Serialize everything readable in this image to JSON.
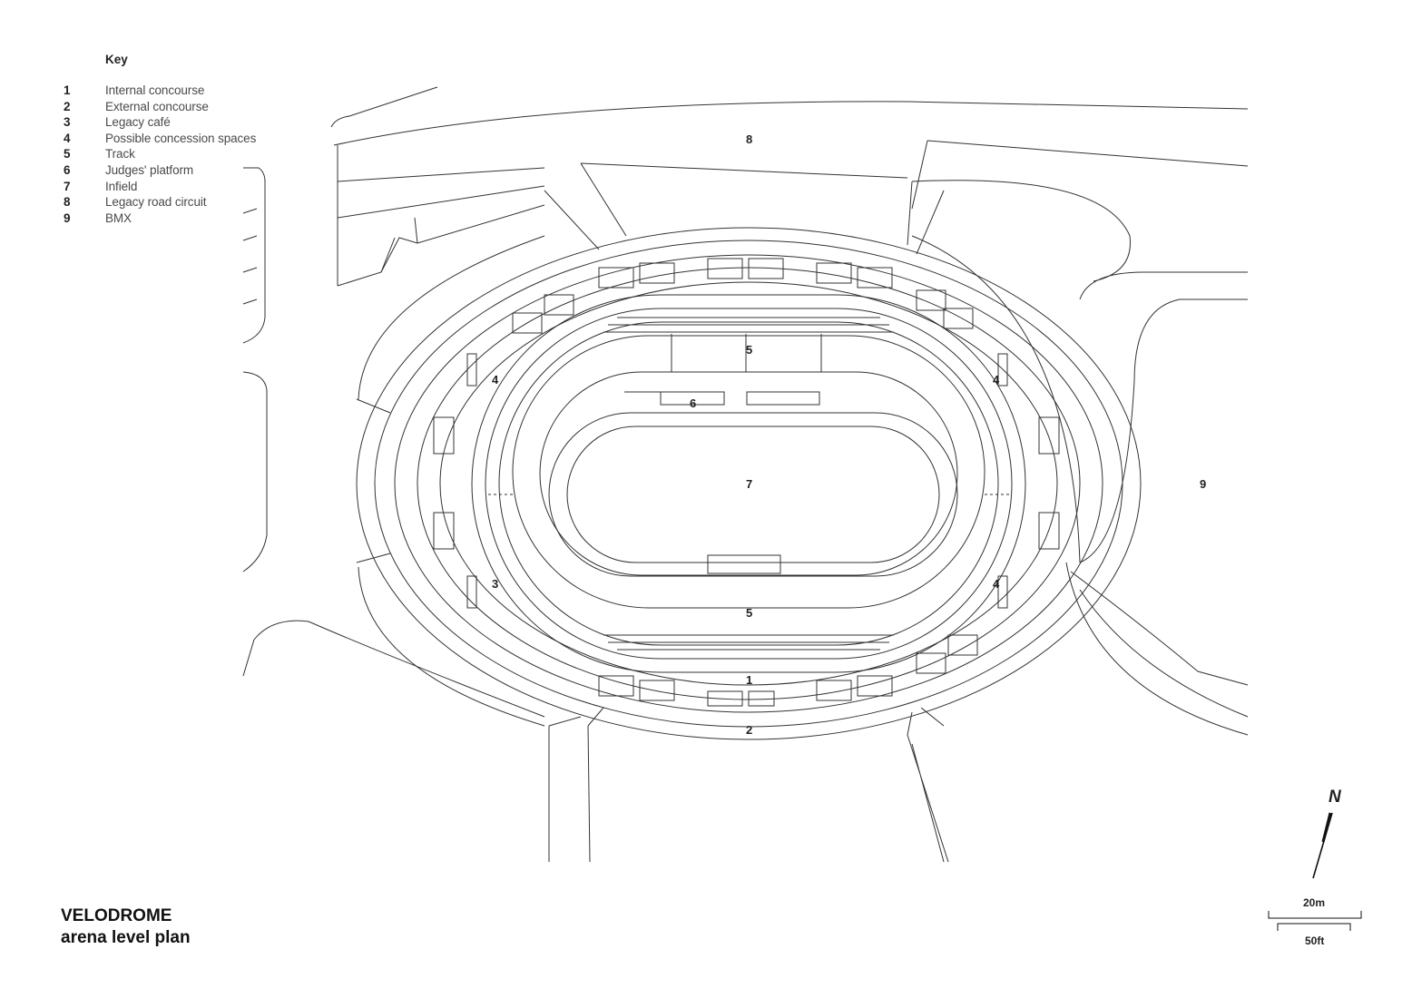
{
  "key": {
    "heading": "Key",
    "items": [
      {
        "num": "1",
        "label": "Internal concourse"
      },
      {
        "num": "2",
        "label": "External concourse"
      },
      {
        "num": "3",
        "label": "Legacy café"
      },
      {
        "num": "4",
        "label": "Possible concession spaces"
      },
      {
        "num": "5",
        "label": "Track"
      },
      {
        "num": "6",
        "label": "Judges' platform"
      },
      {
        "num": "7",
        "label": "Infield"
      },
      {
        "num": "8",
        "label": "Legacy road circuit"
      },
      {
        "num": "9",
        "label": "BMX"
      }
    ]
  },
  "title": {
    "line1": "VELODROME",
    "line2": "arena level plan"
  },
  "scale": {
    "metric": "20m",
    "imperial": "50ft"
  },
  "north": "N",
  "plan_labels": {
    "concourse_internal": "1",
    "concourse_external": "2",
    "cafe": "3",
    "concession": "4",
    "track": "5",
    "judges": "6",
    "infield": "7",
    "road": "8",
    "bmx": "9"
  },
  "colors": {
    "line": "#333333"
  }
}
